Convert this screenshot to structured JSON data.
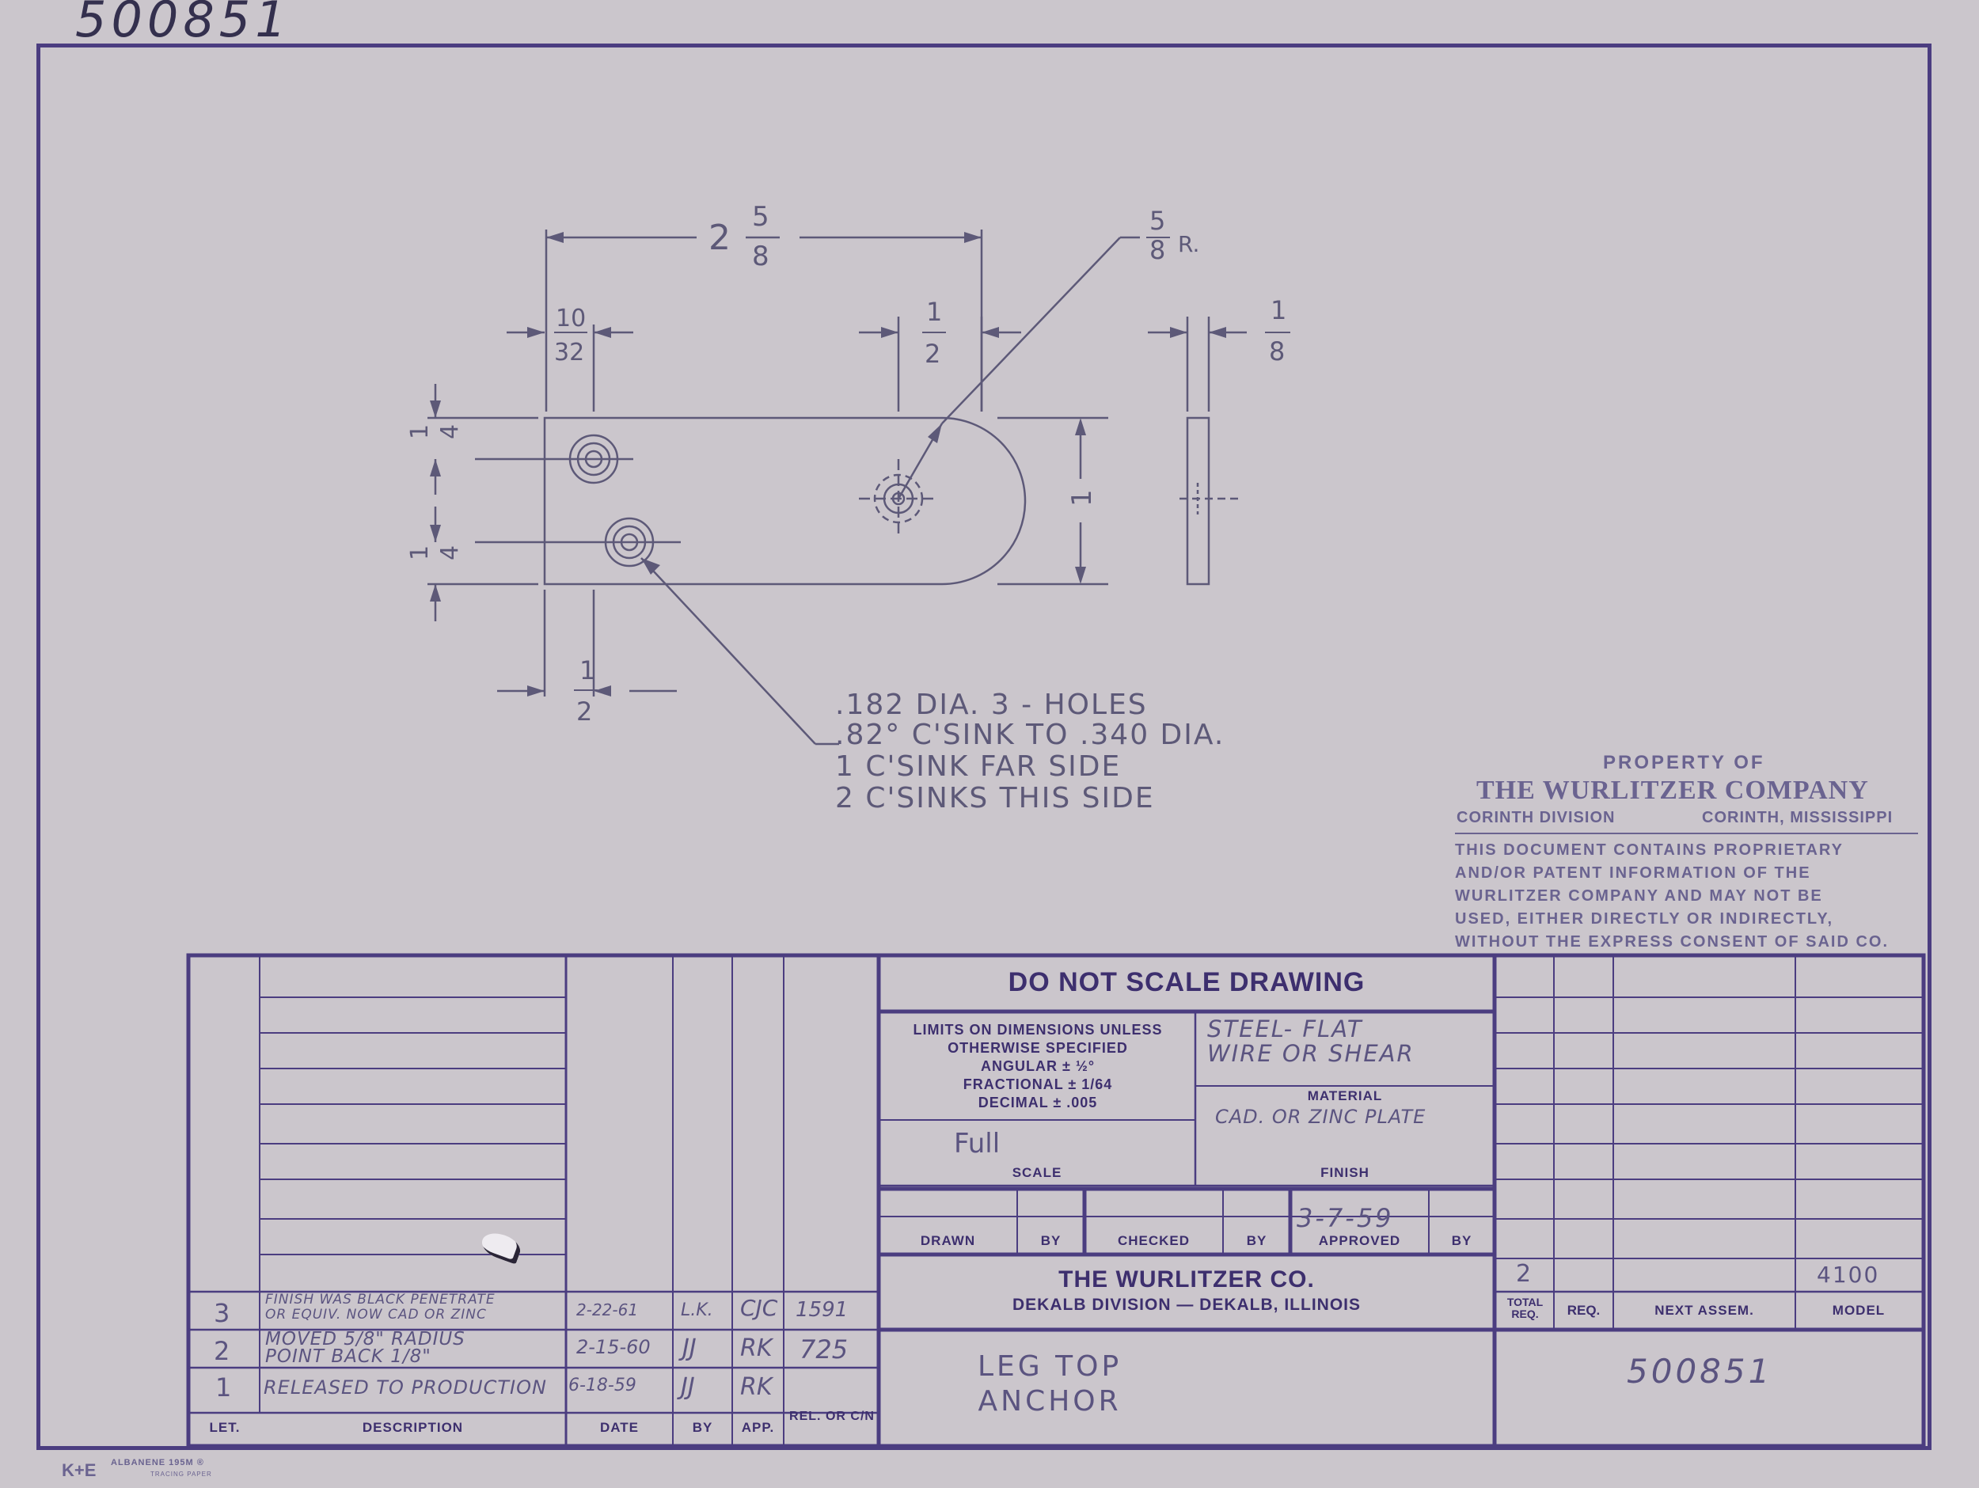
{
  "corner_number": "500851",
  "drawing": {
    "dims": {
      "overall_w": "2",
      "overall_frac_num": "5",
      "overall_frac_den": "8",
      "radius_num": "5",
      "radius_den": "8",
      "radius_suffix": "R.",
      "hole_off_num": "10",
      "hole_off_den": "32",
      "center_num": "1",
      "center_den": "2",
      "thick_num": "1",
      "thick_den": "8",
      "vert1_num": "1",
      "vert1_den": "4",
      "vert2_num": "1",
      "vert2_den": "4",
      "bottom_num": "1",
      "bottom_den": "2",
      "height": "1"
    },
    "notes": [
      ".182 DIA.  3 - HOLES",
      ".82° C'SINK TO .340 DIA.",
      " 1 C'SINK  FAR  SIDE",
      " 2 C'SINKS  THIS  SIDE"
    ]
  },
  "property": {
    "line1": "PROPERTY OF",
    "company": "THE WURLITZER COMPANY",
    "division": "CORINTH DIVISION",
    "city": "CORINTH, MISSISSIPPI",
    "notice": [
      "THIS DOCUMENT CONTAINS PROPRIETARY",
      "AND/OR PATENT INFORMATION OF THE",
      "WURLITZER COMPANY AND MAY NOT BE",
      "USED, EITHER DIRECTLY OR INDIRECTLY,",
      "WITHOUT THE EXPRESS CONSENT OF SAID CO."
    ]
  },
  "title_block": {
    "do_not_scale": "DO NOT SCALE DRAWING",
    "limits": [
      "LIMITS ON DIMENSIONS UNLESS",
      "OTHERWISE SPECIFIED",
      "ANGULAR  ± ½°",
      "FRACTIONAL ± 1/64",
      "DECIMAL   ± .005"
    ],
    "material_value": [
      "STEEL- FLAT",
      "WIRE OR SHEAR"
    ],
    "material_label": "MATERIAL",
    "finish_value": "CAD. OR ZINC PLATE",
    "scale_value": "Full",
    "scale_label": "SCALE",
    "finish_label": "FINISH",
    "drawn_label": "DRAWN",
    "by_label": "BY",
    "checked_label": "CHECKED",
    "approved_label": "APPROVED",
    "approved_date": "3-7-59",
    "company": "THE WURLITZER CO.",
    "division": "DEKALB DIVISION — DEKALB, ILLINOIS",
    "title": [
      "LEG TOP",
      "ANCHOR"
    ],
    "number": "500851"
  },
  "revisions": {
    "headers": [
      "LET.",
      "DESCRIPTION",
      "DATE",
      "BY",
      "APP.",
      "REL. OR C/N"
    ],
    "rows": [
      {
        "let": "3",
        "desc": [
          "FINISH WAS BLACK PENETRATE",
          "OR EQUIV. NOW CAD OR ZINC"
        ],
        "date": "2-22-61",
        "by": "L.K.",
        "app": "CJC",
        "rel": "1591"
      },
      {
        "let": "2",
        "desc": [
          "MOVED 5/8\" RADIUS",
          "POINT BACK 1/8\""
        ],
        "date": "2-15-60",
        "by": "JJ",
        "app": "RK",
        "rel": "725"
      },
      {
        "let": "1",
        "desc": [
          "RELEASED TO PRODUCTION"
        ],
        "date": "6-18-59",
        "by": "JJ",
        "app": "RK",
        "rel": ""
      }
    ]
  },
  "assembly": {
    "total_req": "2",
    "model": "4100",
    "headers": [
      "TOTAL REQ.",
      "REQ.",
      "NEXT ASSEM.",
      "MODEL"
    ]
  },
  "paper_brand": {
    "logo": "K+E",
    "line1": "ALBANENE 195M ®",
    "line2": "TRACING PAPER"
  }
}
